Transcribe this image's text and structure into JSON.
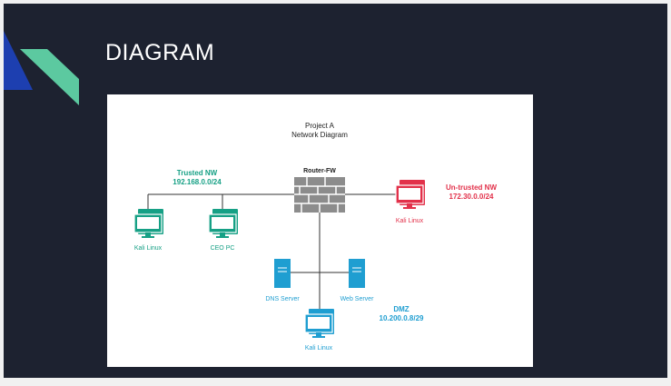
{
  "slide": {
    "title": "DIAGRAM"
  },
  "diagram": {
    "title_line1": "Project A",
    "title_line2": "Network Diagram",
    "router": {
      "label": "Router-FW"
    },
    "trusted": {
      "name": "Trusted NW",
      "subnet": "192.168.0.0/24"
    },
    "untrusted": {
      "name": "Un-trusted NW",
      "subnet": "172.30.0.0/24"
    },
    "dmz": {
      "name": "DMZ",
      "subnet": "10.200.0.8/29"
    },
    "devices": {
      "trusted_kali": "Kali Linux",
      "ceo_pc": "CEO PC",
      "untrusted_kali": "Kali Linux",
      "dns_server": "DNS Server",
      "web_server": "Web Server",
      "dmz_kali": "Kali Linux"
    }
  },
  "colors": {
    "background": "#1d2230",
    "accent_green": "#5cc9a0",
    "accent_blue": "#1d3fb0",
    "trusted": "#16a085",
    "untrusted": "#e2314a",
    "dmz": "#1f9ed1",
    "firewall": "#8c8c8c"
  },
  "icons": {
    "workstation": "monitor-icon",
    "server": "server-icon",
    "router": "firewall-icon"
  }
}
